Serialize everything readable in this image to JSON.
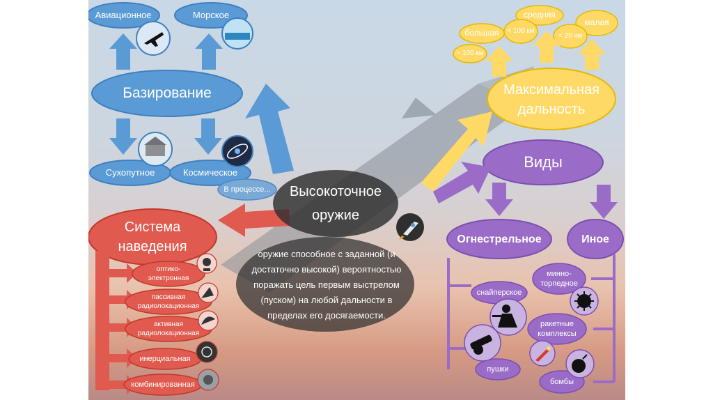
{
  "center": {
    "title_line1": "Высокоточное",
    "title_line2": "оружие",
    "definition_lines": [
      "оружие способное с заданной (и",
      "достаточно высокой) вероятностью",
      "поражать цель первым выстрелом",
      "(пуском) на любой дальности в",
      "пределах его досягаемости."
    ]
  },
  "basing": {
    "title": "Базирование",
    "aviation": "Авиационное",
    "naval": "Морское",
    "ground": "Сухопутное",
    "space": "Космическое",
    "in_process": "В процессе..."
  },
  "range": {
    "title_line1": "Максимальная",
    "title_line2": "дальность",
    "large": "большая",
    "large_value": "> 100 км",
    "medium": "средняя",
    "medium_value": "< 100 км",
    "small": "малая",
    "small_value": "< 20 км"
  },
  "types": {
    "title": "Виды",
    "firearm": "Огнестрельное",
    "other": "Иное",
    "sniper": "снайперское",
    "cannons": "пушки",
    "mine_torpedo_line1": "минно-",
    "mine_torpedo_line2": "торпедное",
    "missile_line1": "ракетные",
    "missile_line2": "комплексы",
    "bombs": "бомбы"
  },
  "guidance": {
    "title_line1": "Система",
    "title_line2": "наведения",
    "optical_line1": "оптико-",
    "optical_line2": "электронная",
    "passive_line1": "пассивная",
    "passive_line2": "радиолокационная",
    "active_line1": "активная",
    "active_line2": "радиолокационная",
    "inertial": "инерциальная",
    "combined": "комбинированная"
  },
  "colors": {
    "blue": "#5b9bd5",
    "yellow": "#ffd966",
    "purple": "#9a6cc8",
    "red": "#e05a4f",
    "dark": "#2f2f2f"
  }
}
